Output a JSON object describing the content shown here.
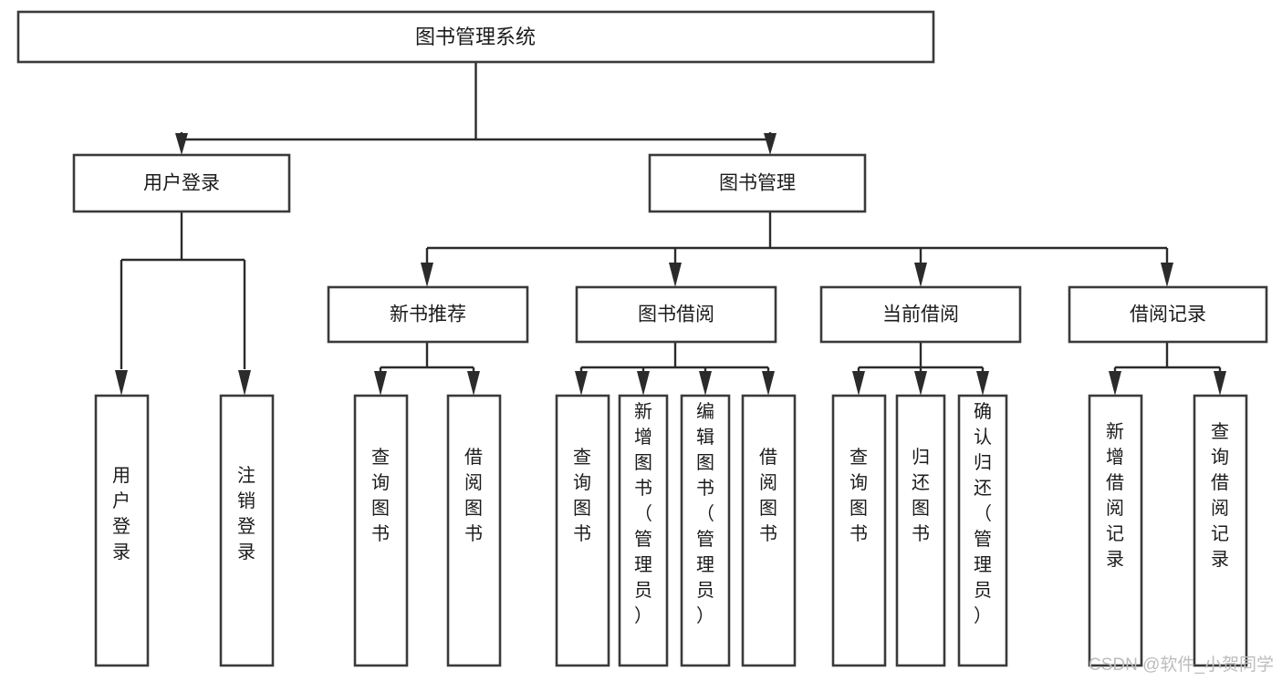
{
  "diagram": {
    "title": "图书管理系统",
    "type": "tree-hierarchy",
    "watermark": "CSDN @软件_小贺同学",
    "colors": {
      "box_stroke": "#3a3a3a",
      "connector": "#2b2b2b",
      "text": "#1b1b1b",
      "background": "#ffffff",
      "watermark": "#bdbdbd"
    },
    "levels": {
      "root": {
        "label": "图书管理系统"
      },
      "level2": [
        {
          "label": "用户登录"
        },
        {
          "label": "图书管理"
        }
      ],
      "level3": [
        {
          "label": "新书推荐"
        },
        {
          "label": "图书借阅"
        },
        {
          "label": "当前借阅"
        },
        {
          "label": "借阅记录"
        }
      ],
      "leaves": {
        "user_login": [
          {
            "label": "用户登录"
          },
          {
            "label": "注销登录"
          }
        ],
        "new_book_recommend": [
          {
            "label": "查询图书"
          },
          {
            "label": "借阅图书"
          }
        ],
        "book_borrow": [
          {
            "label": "查询图书"
          },
          {
            "label": "新增图书（管理员）"
          },
          {
            "label": "编辑图书（管理员）"
          },
          {
            "label": "借阅图书"
          }
        ],
        "current_borrow": [
          {
            "label": "查询图书"
          },
          {
            "label": "归还图书"
          },
          {
            "label": "确认归还（管理员）"
          }
        ],
        "borrow_record": [
          {
            "label": "新增借阅记录"
          },
          {
            "label": "查询借阅记录"
          }
        ]
      }
    }
  }
}
